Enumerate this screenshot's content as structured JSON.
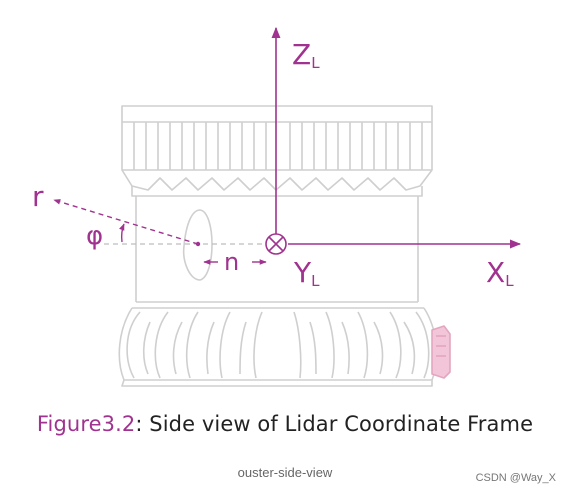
{
  "diagram": {
    "axis_labels": {
      "z": {
        "main": "Z",
        "sub": "L"
      },
      "x": {
        "main": "X",
        "sub": "L"
      },
      "y": {
        "main": "Y",
        "sub": "L"
      },
      "r": "r",
      "phi": "φ",
      "n": "n"
    },
    "colors": {
      "accent": "#a0338f",
      "sensor_outline": "#cfcfcf",
      "connector": "#f2c6d8"
    }
  },
  "caption": {
    "figure_ref": "Figure3.2",
    "text": ": Side view of Lidar Coordinate Frame"
  },
  "subtitle": "ouster-side-view",
  "watermark": "CSDN @Way_X"
}
